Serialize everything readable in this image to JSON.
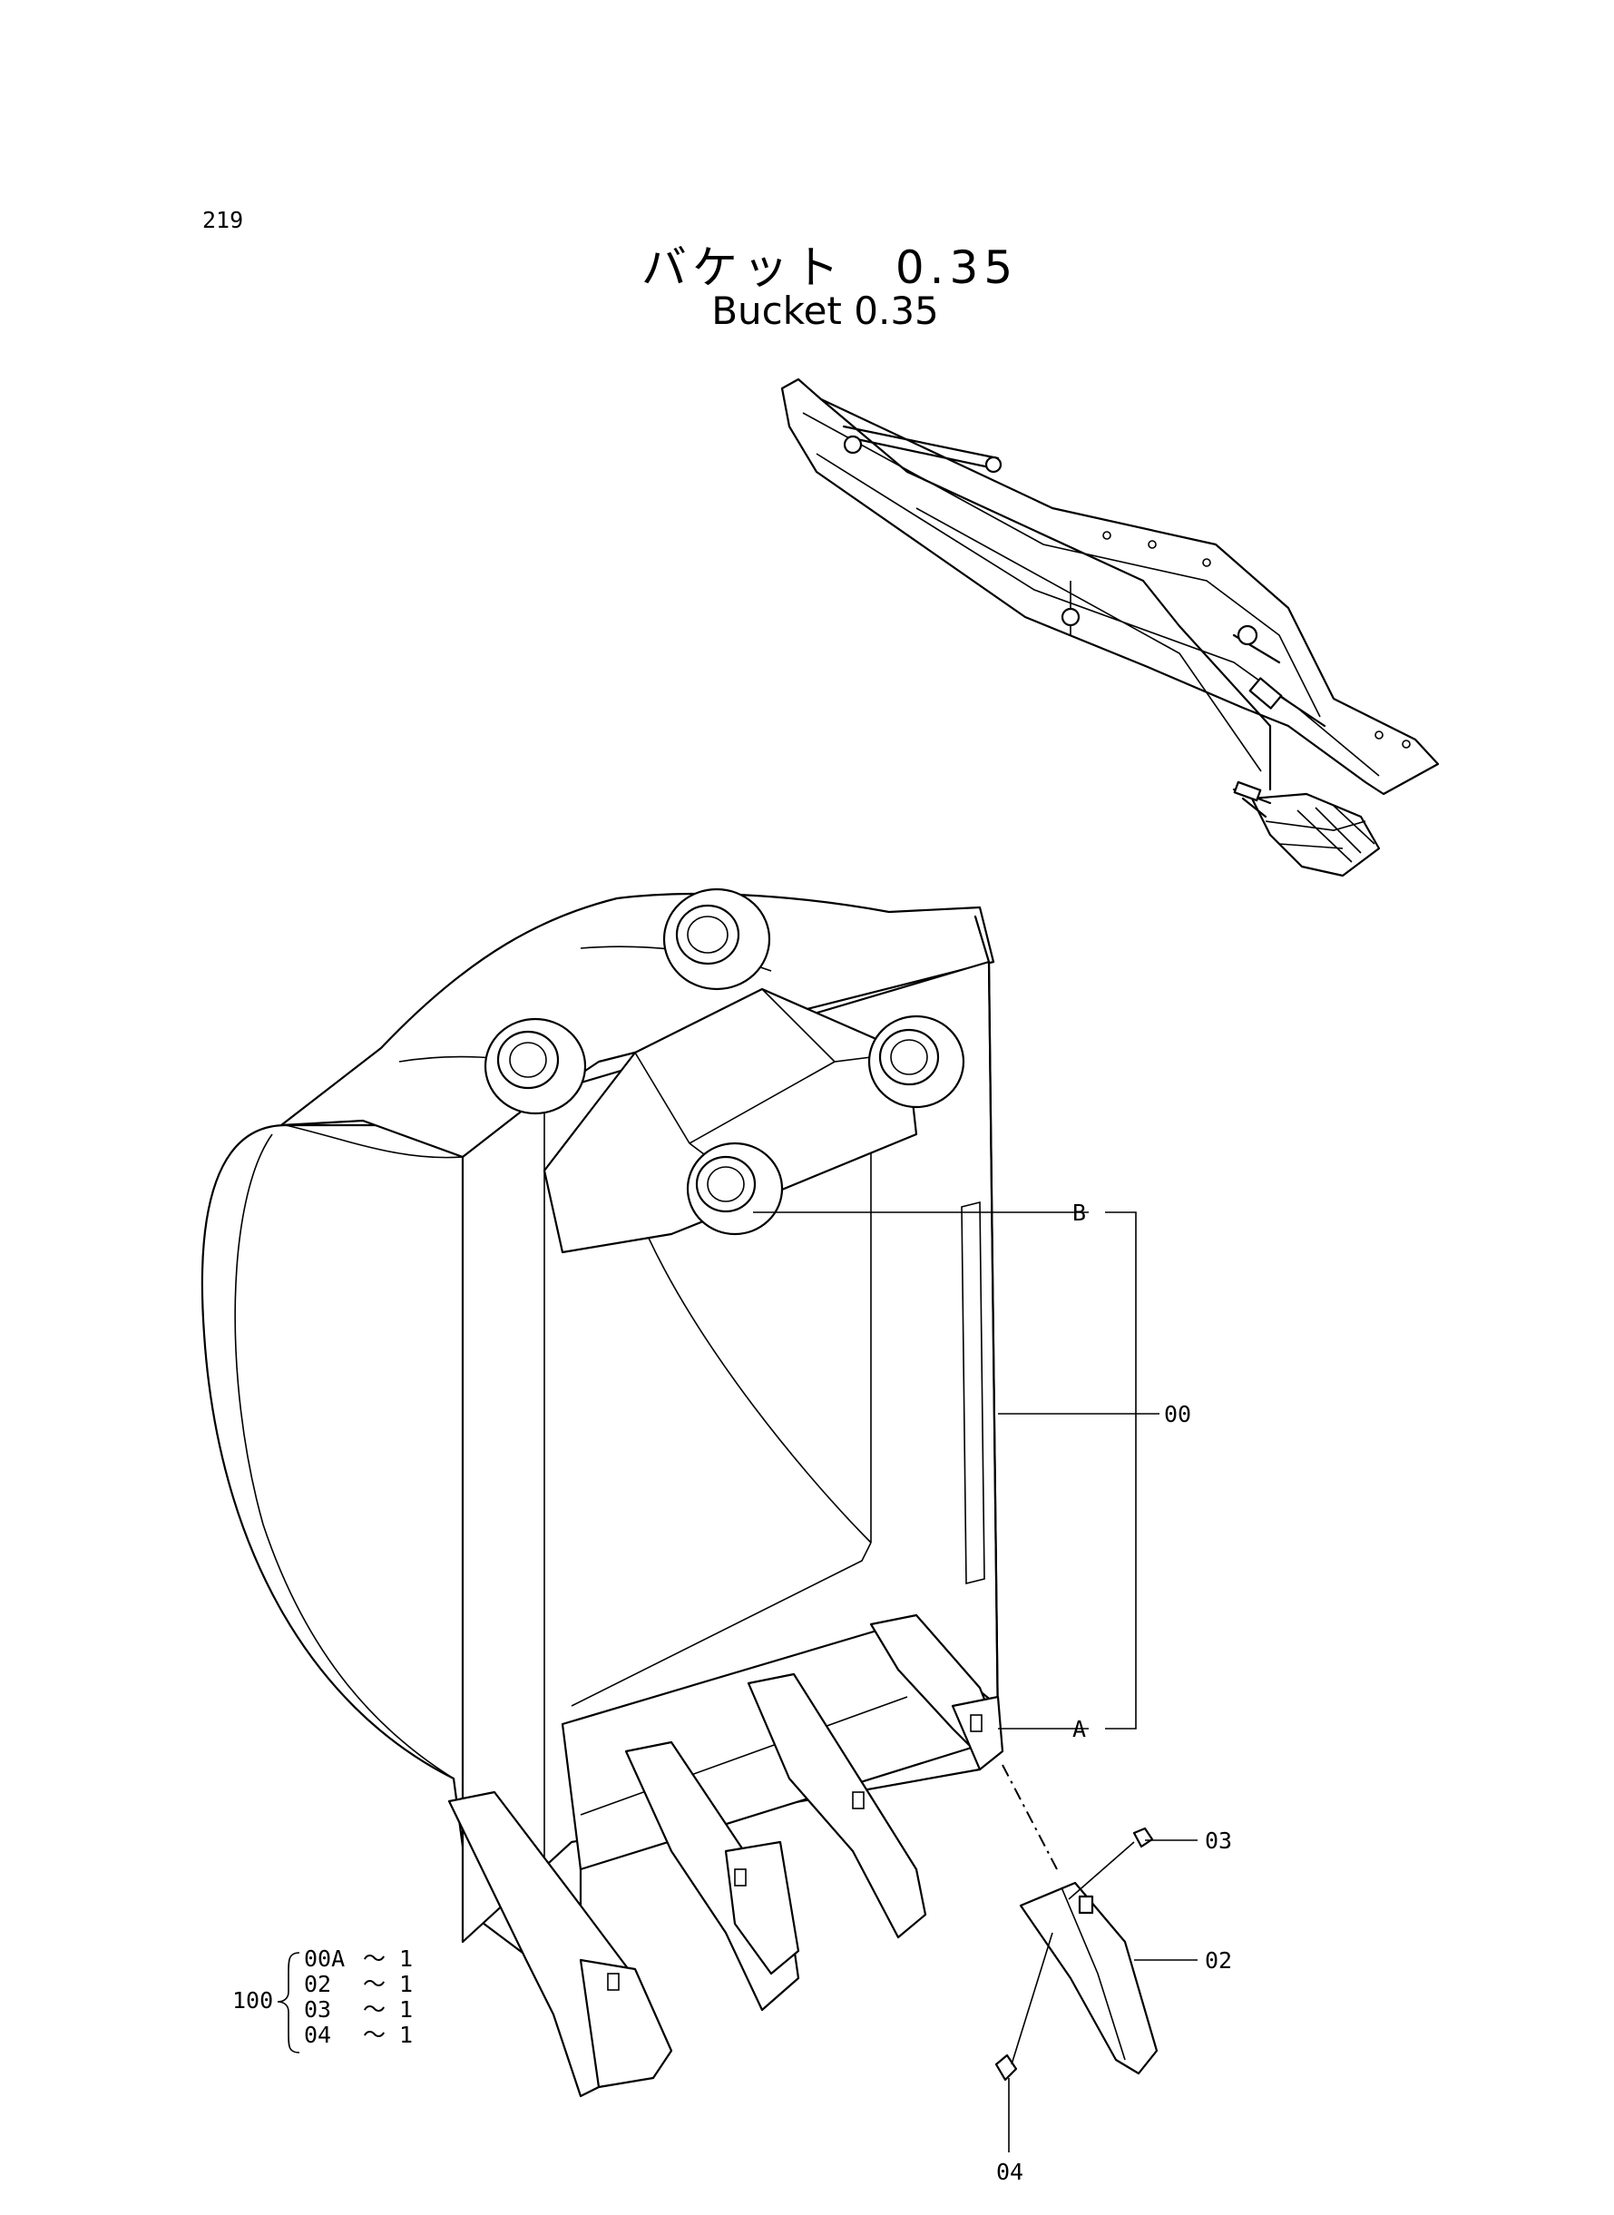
{
  "page_number": "219",
  "title_jp": "バケット　0.35",
  "title_en": "Bucket 0.35",
  "callouts": {
    "B": "B",
    "A": "A",
    "p00": "00",
    "p02": "02",
    "p03": "03",
    "p04": "04"
  },
  "kit": {
    "number": "100",
    "items": [
      {
        "part": "00A",
        "qty": "～ 1"
      },
      {
        "part": "02",
        "qty": "～ 1"
      },
      {
        "part": "03",
        "qty": "～ 1"
      },
      {
        "part": "04",
        "qty": "～ 1"
      }
    ]
  }
}
